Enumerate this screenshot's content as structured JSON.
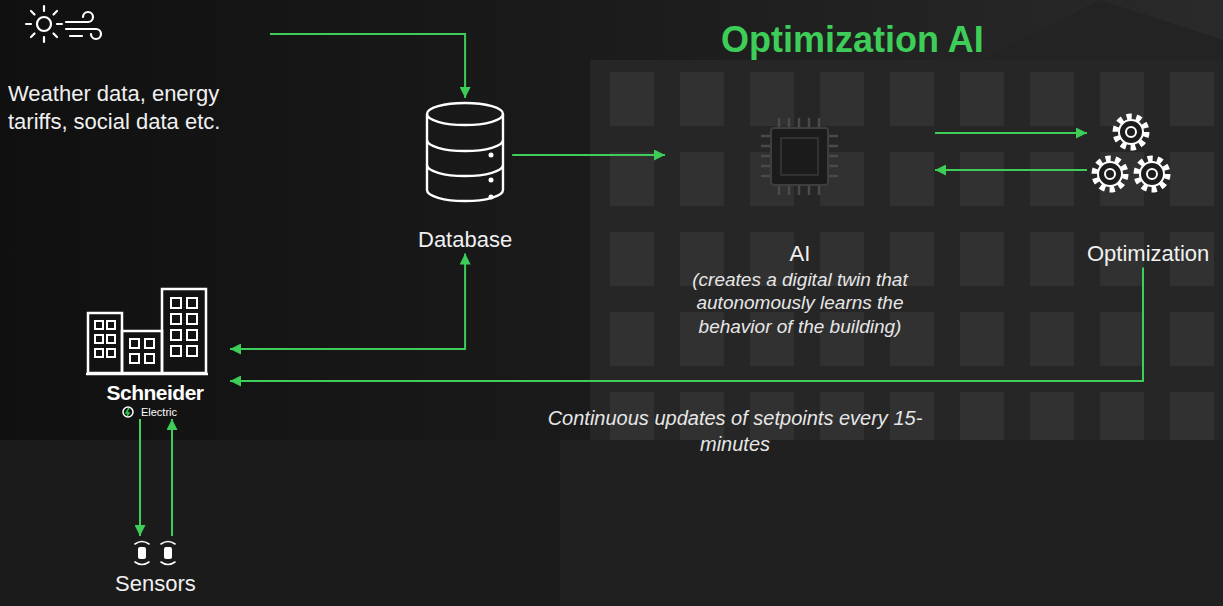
{
  "diagram": {
    "title": "Optimization AI",
    "nodes": [
      {
        "text": [
          "Weather data, energy tariffs, social data etc."
        ]
      },
      {
        "text": [
          "Database"
        ]
      },
      {
        "text": [
          "AI",
          "(creates a digital twin that autonomously learns the behavior of the building)"
        ]
      },
      {
        "text": [
          "Optimization"
        ]
      },
      {
        "text": [
          "Schneider",
          "Electric"
        ]
      },
      {
        "text": [
          "Sensors"
        ]
      }
    ],
    "edges": [
      {
        "from": 0,
        "to": 1,
        "arrow": "to"
      },
      {
        "from": 1,
        "to": 2,
        "arrow": "to"
      },
      {
        "from": 2,
        "to": 3,
        "arrow": "to"
      },
      {
        "from": 3,
        "to": 2,
        "arrow": "to"
      },
      {
        "from": 3,
        "to": 4,
        "arrow": "to",
        "label": "Continuous updates of setpoints every 15-minutes"
      },
      {
        "from": 1,
        "to": 4,
        "arrow": "both"
      },
      {
        "from": 4,
        "to": 5,
        "arrow": "to"
      },
      {
        "from": 5,
        "to": 4,
        "arrow": "to"
      }
    ]
  }
}
